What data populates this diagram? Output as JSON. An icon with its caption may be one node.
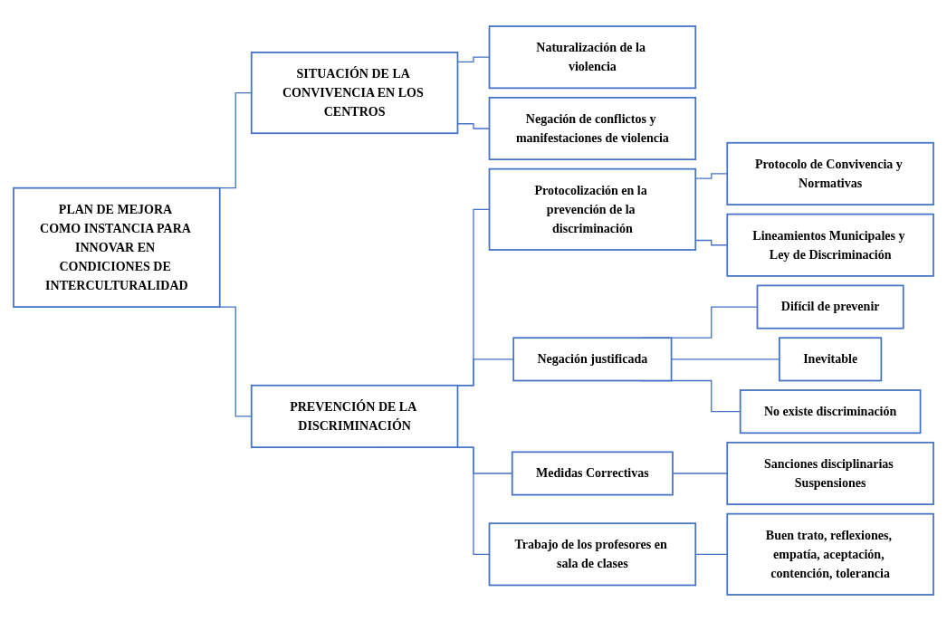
{
  "diagram": {
    "nodes": [
      {
        "text": [
          "PLAN DE MEJORA COMO INSTANCIA PARA INNOVAR EN CONDICIONES DE INTERCULTURALIDAD"
        ]
      },
      {
        "text": [
          "SITUACIÓN DE LA CONVIVENCIA EN LOS CENTROS"
        ]
      },
      {
        "text": [
          "Naturalización de la violencia"
        ]
      },
      {
        "text": [
          "Negación de conflictos y manifestaciones de violencia"
        ]
      },
      {
        "text": [
          "PREVENCIÓN DE LA DISCRIMINACIÓN"
        ]
      },
      {
        "text": [
          "Protocolización en la prevención de la discriminación"
        ]
      },
      {
        "text": [
          "Protocolo de Convivencia y Normativas"
        ]
      },
      {
        "text": [
          "Lineamientos Municipales y Ley de Discriminación"
        ]
      },
      {
        "text": [
          "Negación justificada"
        ]
      },
      {
        "text": [
          "Difícil de prevenir"
        ]
      },
      {
        "text": [
          "Inevitable"
        ]
      },
      {
        "text": [
          "No existe discriminación"
        ]
      },
      {
        "text": [
          "Medidas Correctivas"
        ]
      },
      {
        "text": [
          "Sanciones disciplinarias Suspensiones"
        ]
      },
      {
        "text": [
          "Trabajo de los profesores en sala de clases"
        ]
      },
      {
        "text": [
          "Buen trato, reflexiones, empatía, aceptación, contención, tolerancia"
        ]
      }
    ],
    "edges": [
      {
        "from": 0,
        "to": 1,
        "arrow": "none"
      },
      {
        "from": 0,
        "to": 4,
        "arrow": "none"
      },
      {
        "from": 1,
        "to": 2,
        "arrow": "none"
      },
      {
        "from": 1,
        "to": 3,
        "arrow": "none"
      },
      {
        "from": 4,
        "to": 5,
        "arrow": "none"
      },
      {
        "from": 5,
        "to": 6,
        "arrow": "none"
      },
      {
        "from": 5,
        "to": 7,
        "arrow": "none"
      },
      {
        "from": 4,
        "to": 8,
        "arrow": "none"
      },
      {
        "from": 8,
        "to": 9,
        "arrow": "none"
      },
      {
        "from": 8,
        "to": 10,
        "arrow": "none"
      },
      {
        "from": 8,
        "to": 11,
        "arrow": "none"
      },
      {
        "from": 4,
        "to": 12,
        "arrow": "none"
      },
      {
        "from": 12,
        "to": 13,
        "arrow": "none"
      },
      {
        "from": 4,
        "to": 14,
        "arrow": "none"
      },
      {
        "from": 14,
        "to": 15,
        "arrow": "none"
      }
    ]
  }
}
